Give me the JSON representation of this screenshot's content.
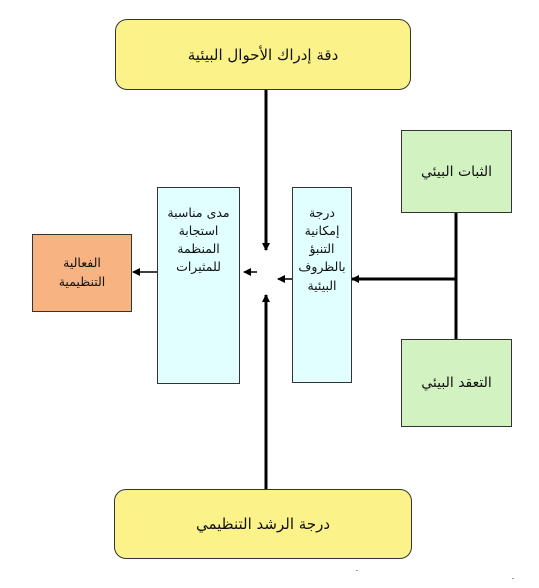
{
  "nodes": {
    "perception_accuracy": "دقة إدراك الأحوال البيئية",
    "organizational_maturity": "درجة الرشد التنظيمي",
    "environmental_stability": "الثبات البيئي",
    "environmental_complexity": "التعقد البيئي",
    "predictability": [
      "درجة",
      "إمكانية",
      "التنبؤ",
      "بالظروف",
      "البيئية"
    ],
    "responsiveness": [
      "مدى مناسبة",
      "استجابة",
      "المنظمة",
      "للمثيرات"
    ],
    "organizational_effectiveness": [
      "الفعالية",
      "التنظيمية"
    ]
  },
  "colors": {
    "yellow": "#fbf28a",
    "green": "#d2f2c2",
    "cyan": "#e1ffff",
    "orange": "#f7b382"
  }
}
